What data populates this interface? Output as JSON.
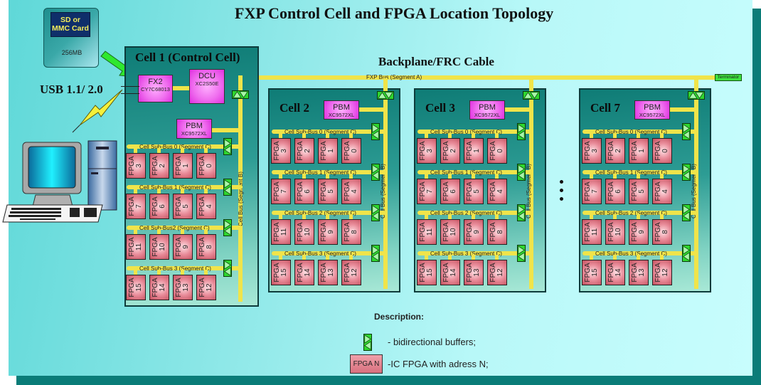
{
  "title": "FXP Control Cell and FPGA Location Topology",
  "backplane_label": "Backplane/FRC Cable",
  "usb_label": "USB 1.1/ 2.0",
  "fxp_bus_label": "FXP Bus (Segment A)",
  "terminator_label": "Terminator",
  "sd_card": {
    "label": "SD or MMC Card",
    "size": "256MB"
  },
  "control_cell": {
    "title": "Cell 1 (Control Cell)",
    "fx2": {
      "name": "FX2",
      "part": "CY7C68013"
    },
    "dcu": {
      "name": "DCU",
      "part": "XC2S50E"
    },
    "pbm": {
      "name": "PBM",
      "part": "XC9572XL"
    },
    "cell_bus_label": "Cell Bus (Segment B)",
    "subbuses": [
      {
        "label": "Cell Sub-Bus 0 (Segment C)",
        "fpgas": [
          "3",
          "2",
          "1",
          "0"
        ]
      },
      {
        "label": "Cell Sub-Bus 1 (Segment C)",
        "fpgas": [
          "7",
          "6",
          "5",
          "4"
        ]
      },
      {
        "label": "Cell Sub-Bus2 (Segment C)",
        "fpgas": [
          "11",
          "10",
          "9",
          "8"
        ]
      },
      {
        "label": "Cell Sub-Bus 3 (Segment C)",
        "fpgas": [
          "15",
          "14",
          "13",
          "12"
        ]
      }
    ]
  },
  "cells": [
    {
      "title": "Cell 2",
      "pbm": {
        "name": "PBM",
        "part": "XC9572XL"
      },
      "cell_bus_label": "Cell Bus (Segment B)",
      "subbuses": [
        {
          "label": "Cell Sub-Bus 0 (Segment C)",
          "fpgas": [
            "3",
            "2",
            "1",
            "0"
          ]
        },
        {
          "label": "Cell Sub-Bus 1 (Segment C)",
          "fpgas": [
            "7",
            "6",
            "5",
            "4"
          ]
        },
        {
          "label": "Cell Sub-Bus 2 (Segment C)",
          "fpgas": [
            "11",
            "10",
            "9",
            "8"
          ]
        },
        {
          "label": "Cell Sub-Bus 3 (Segment C)",
          "fpgas": [
            "15",
            "14",
            "13",
            "12"
          ]
        }
      ]
    },
    {
      "title": "Cell 3",
      "pbm": {
        "name": "PBM",
        "part": "XC9572XL"
      },
      "cell_bus_label": "Cell Bus (Segment B)",
      "subbuses": [
        {
          "label": "Cell Sub-Bus 0 (Segment C)",
          "fpgas": [
            "3",
            "2",
            "1",
            "0"
          ]
        },
        {
          "label": "Cell Sub-Bus 1 (Segment C)",
          "fpgas": [
            "7",
            "6",
            "5",
            "4"
          ]
        },
        {
          "label": "Cell Sub-Bus 2 (Segment C)",
          "fpgas": [
            "11",
            "10",
            "9",
            "8"
          ]
        },
        {
          "label": "Cell Sub-Bus 3 (Segment C)",
          "fpgas": [
            "15",
            "14",
            "13",
            "12"
          ]
        }
      ]
    },
    {
      "title": "Cell 7",
      "pbm": {
        "name": "PBM",
        "part": "XC9572XL"
      },
      "cell_bus_label": "Cell Bus (Segment B)",
      "subbuses": [
        {
          "label": "Cell Sub-Bus 0 (Segment C)",
          "fpgas": [
            "3",
            "2",
            "1",
            "0"
          ]
        },
        {
          "label": "Cell Sub-Bus 1 (Segment C)",
          "fpgas": [
            "7",
            "6",
            "5",
            "4"
          ]
        },
        {
          "label": "Cell Sub-Bus 2 (Segment C)",
          "fpgas": [
            "11",
            "10",
            "9",
            "8"
          ]
        },
        {
          "label": "Cell Sub-Bus 3 (Segment C)",
          "fpgas": [
            "15",
            "14",
            "13",
            "12"
          ]
        }
      ]
    }
  ],
  "fpga_prefix": "FPGA",
  "legend": {
    "title": "Description:",
    "buffer_text": "- bidirectional buffers;",
    "fpga_box": "FPGA N",
    "fpga_text": "-IC FPGA with adress N;"
  },
  "colors": {
    "bus": "#f0e44a",
    "chip": "#f070ef",
    "fpga": "#e88a98",
    "buffer": "#2fd62f",
    "cell": "#0f7c76",
    "shadow": "#0a7c78"
  }
}
